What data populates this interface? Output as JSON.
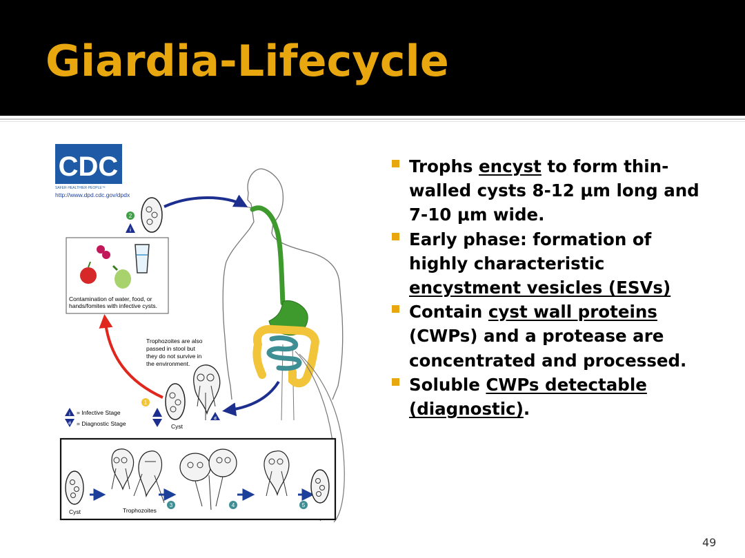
{
  "slide": {
    "title": "Giardia-Lifecycle",
    "page_number": "49"
  },
  "figure": {
    "logo_text": "CDC",
    "logo_tagline": "SAFER·HEALTHIER·PEOPLE™",
    "url": "http://www.dpd.cdc.gov/dpdx",
    "contamination_caption": [
      "Contamination of water, food, or",
      "hands/fomites with infective cysts."
    ],
    "trophozoite_note": [
      "Trophozoites are also",
      "passed in stool but",
      "they do not survive in",
      "the environment."
    ],
    "legend_infective": "= Infective Stage",
    "legend_diagnostic": "= Diagnostic Stage",
    "cyst_label": "Cyst",
    "bottom_cyst_label": "Cyst",
    "bottom_troph_label": "Trophozoites",
    "step_numbers": [
      "1",
      "2",
      "3",
      "4",
      "5"
    ],
    "stage_letters": {
      "infective": "i",
      "diagnostic": "d"
    }
  },
  "bullets": [
    {
      "parts": [
        {
          "t": "Trophs "
        },
        {
          "t": "encyst",
          "u": true
        },
        {
          "t": " to form thin-walled cysts 8-12 µm long and 7-10 µm wide."
        }
      ]
    },
    {
      "parts": [
        {
          "t": "Early phase: formation of highly characteristic "
        },
        {
          "t": "encystment vesicles (ESVs) ",
          "u": true
        }
      ]
    },
    {
      "parts": [
        {
          "t": "Contain "
        },
        {
          "t": "cyst wall proteins",
          "u": true
        },
        {
          "t": " (CWPs) and a protease are concentrated and processed."
        }
      ]
    },
    {
      "parts": [
        {
          "t": "Soluble "
        },
        {
          "t": "CWPs detectable (diagnostic)",
          "u": true
        },
        {
          "t": "."
        }
      ]
    }
  ],
  "colors": {
    "title": "#e8a70f",
    "title_bar": "#000000",
    "bullet_marker": "#e8a70f",
    "cdc_blue": "#1f5aa6",
    "arrow_blue": "#1c2f8f",
    "arrow_red": "#e0271e",
    "gut_green": "#3f9a2e",
    "colon_yellow": "#f2c43a",
    "intestine_teal": "#3d8f94"
  }
}
